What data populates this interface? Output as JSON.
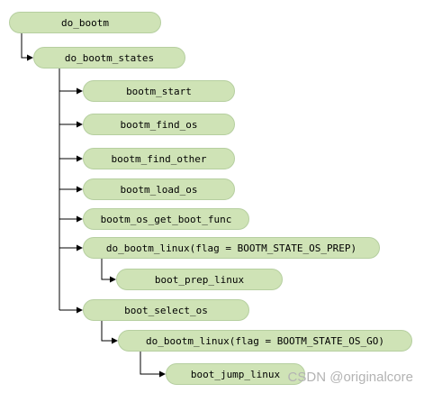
{
  "colors": {
    "node_fill": "#cfe3b6",
    "node_border": "#b6cfa0",
    "line": "#000000"
  },
  "nodes": {
    "do_bootm": "do_bootm",
    "do_bootm_states": "do_bootm_states",
    "bootm_start": "bootm_start",
    "bootm_find_os": "bootm_find_os",
    "bootm_find_other": "bootm_find_other",
    "bootm_load_os": "bootm_load_os",
    "bootm_os_get_boot_func": "bootm_os_get_boot_func",
    "do_bootm_linux_prep": "do_bootm_linux(flag = BOOTM_STATE_OS_PREP)",
    "boot_prep_linux": "boot_prep_linux",
    "boot_select_os": "boot_select_os",
    "do_bootm_linux_go": "do_bootm_linux(flag = BOOTM_STATE_OS_GO)",
    "boot_jump_linux": "boot_jump_linux"
  },
  "watermark": "CSDN @originalcore"
}
